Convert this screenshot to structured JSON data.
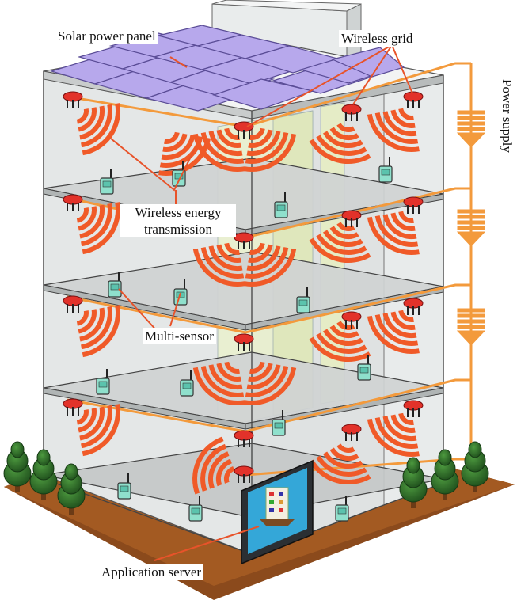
{
  "labels": {
    "solar_panel": "Solar power panel",
    "wireless_grid": "Wireless grid",
    "power_supply": "Power supply",
    "wireless_energy_line1": "Wireless energy",
    "wireless_energy_line2": "transmission",
    "multi_sensor": "Multi-sensor",
    "application_server": "Application server"
  },
  "colors": {
    "wave": "#f05a28",
    "cable": "#f39a3c",
    "pointer": "#e8532a",
    "solar": "#b7a8ec",
    "floor": "#d3d6d6",
    "sensor": "#8fe0cc",
    "emitter": "#e2322a",
    "tree": "#2f6b2a",
    "ground": "#8b4a1c"
  }
}
